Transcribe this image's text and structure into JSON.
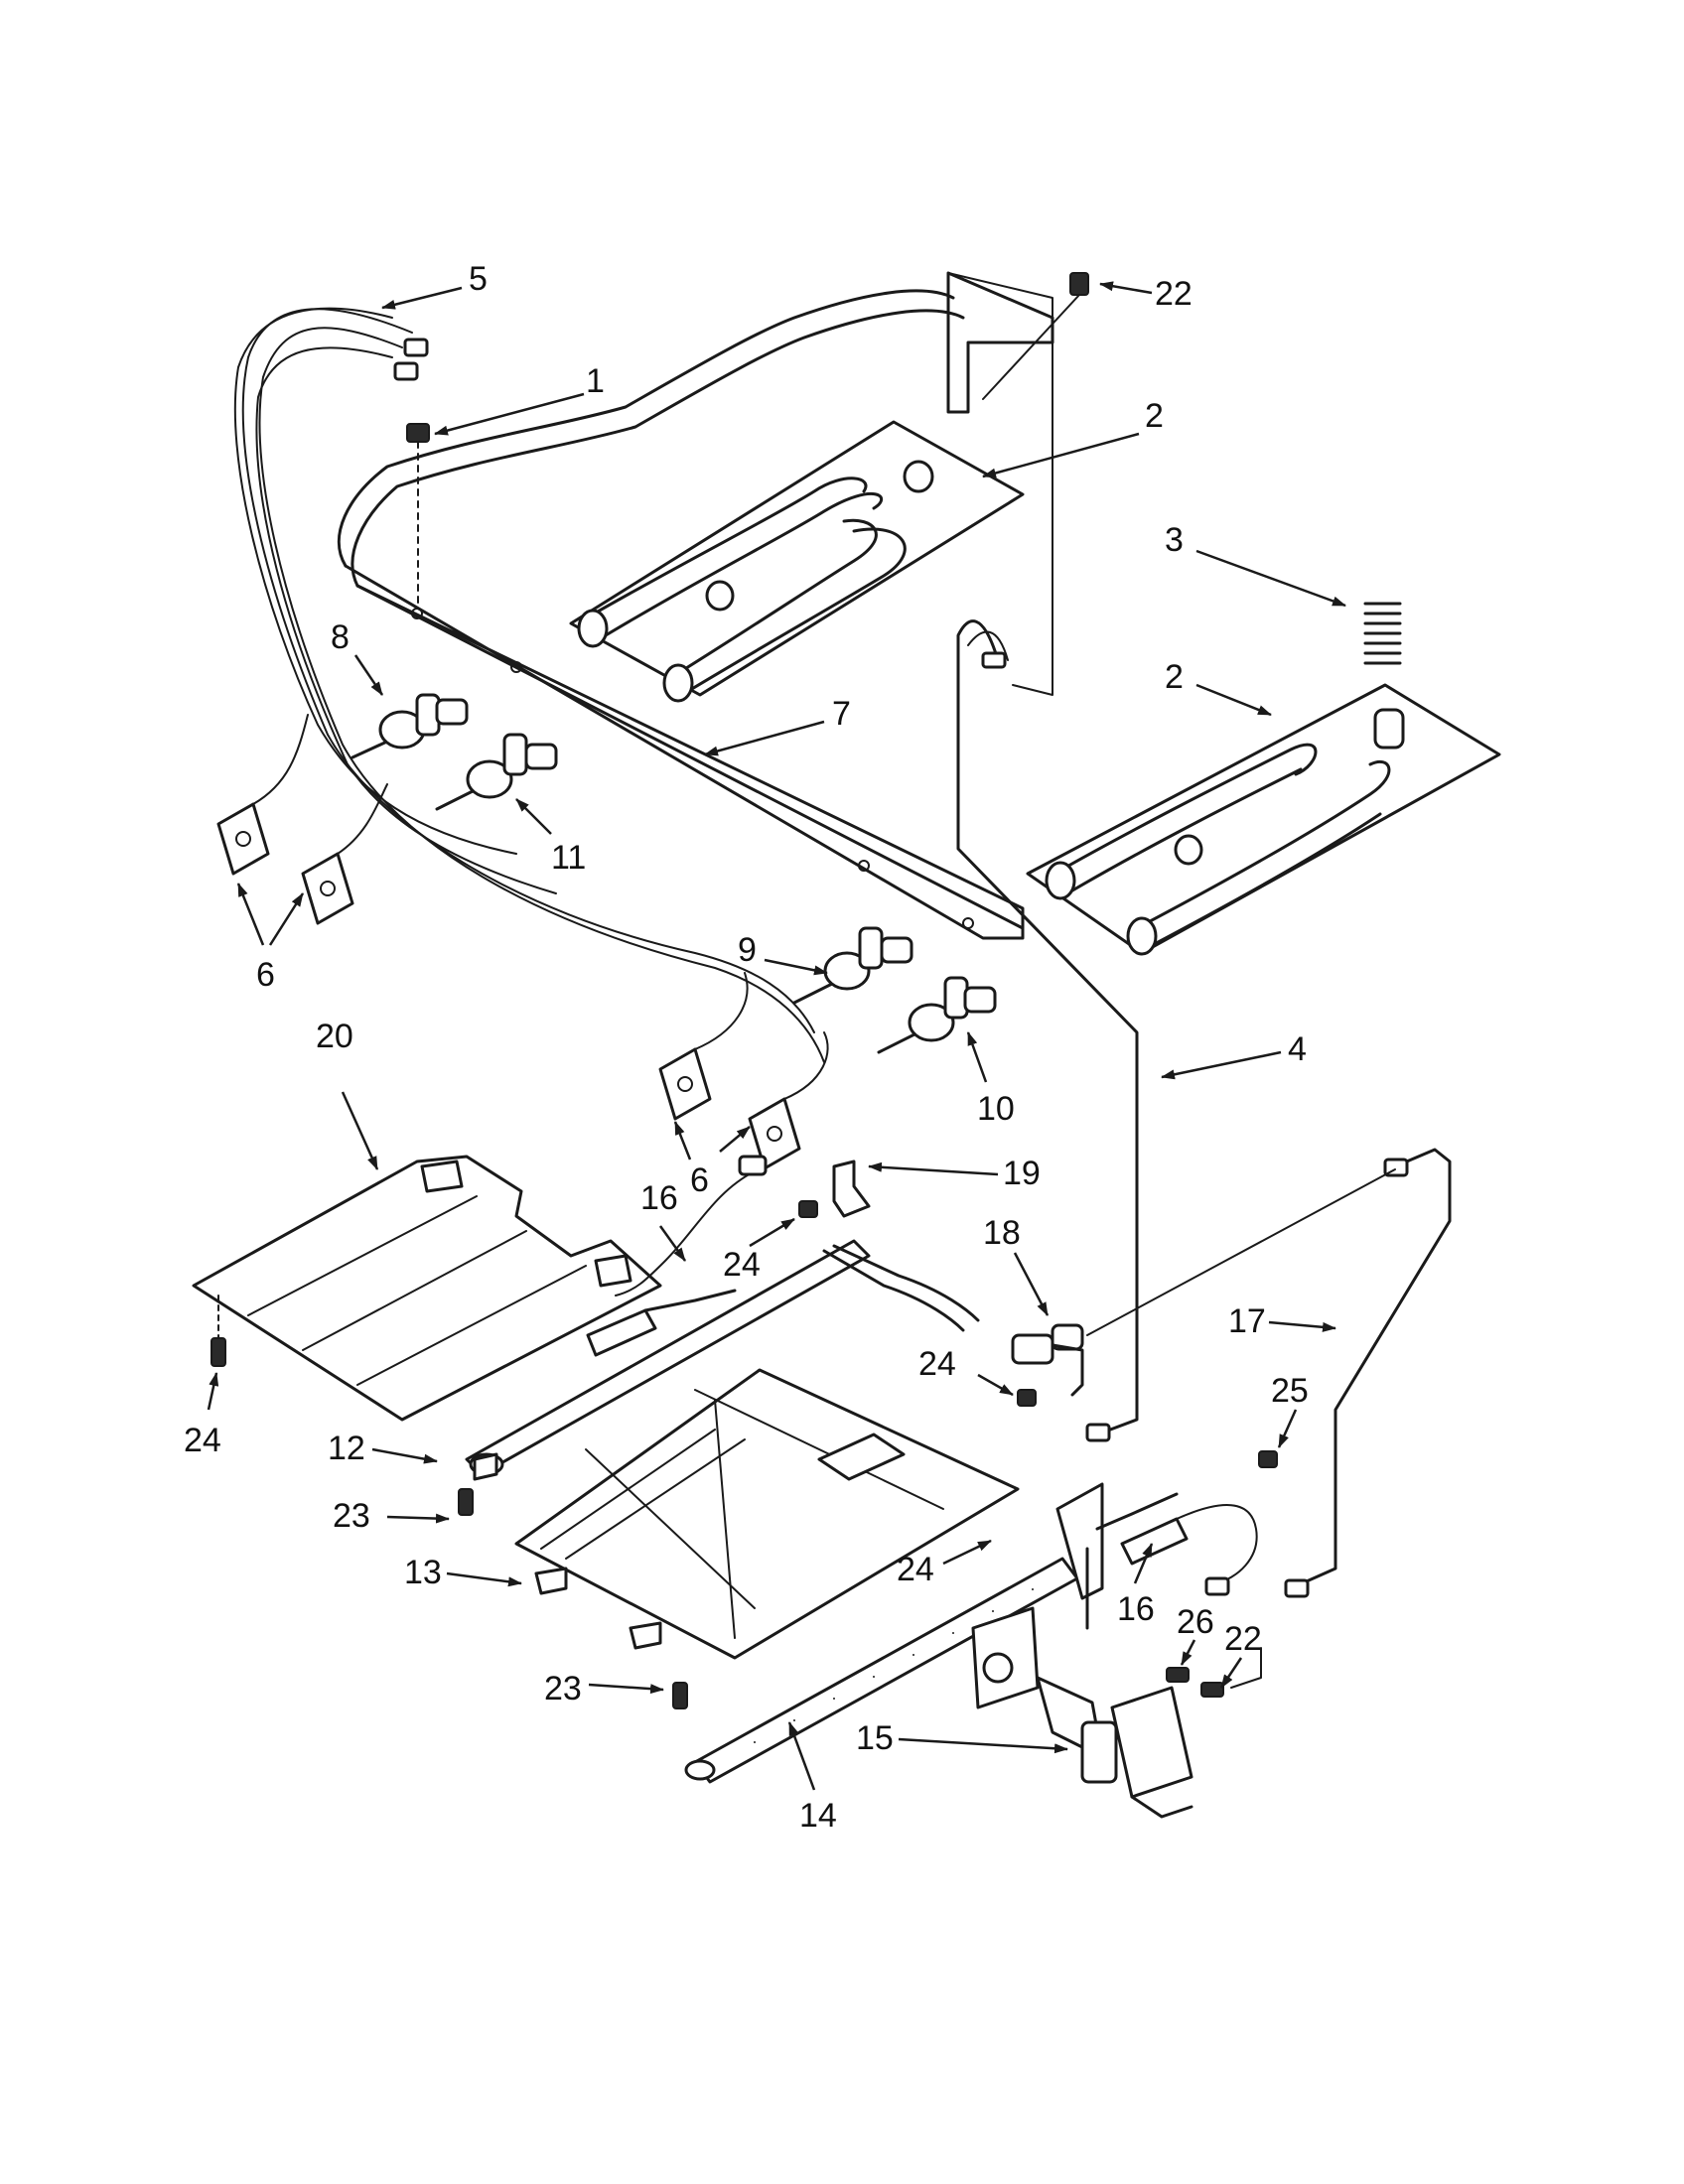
{
  "callouts": {
    "c1": "1",
    "c2a": "2",
    "c2b": "2",
    "c3": "3",
    "c4": "4",
    "c5": "5",
    "c6a": "6",
    "c6b": "6",
    "c7": "7",
    "c8": "8",
    "c9": "9",
    "c10": "10",
    "c11": "11",
    "c12": "12",
    "c13": "13",
    "c14": "14",
    "c15": "15",
    "c16a": "16",
    "c16b": "16",
    "c17": "17",
    "c18": "18",
    "c19": "19",
    "c20": "20",
    "c22a": "22",
    "c22b": "22",
    "c23a": "23",
    "c23b": "23",
    "c24a": "24",
    "c24b": "24",
    "c24c": "24",
    "c24d": "24",
    "c25": "25",
    "c26": "26"
  }
}
